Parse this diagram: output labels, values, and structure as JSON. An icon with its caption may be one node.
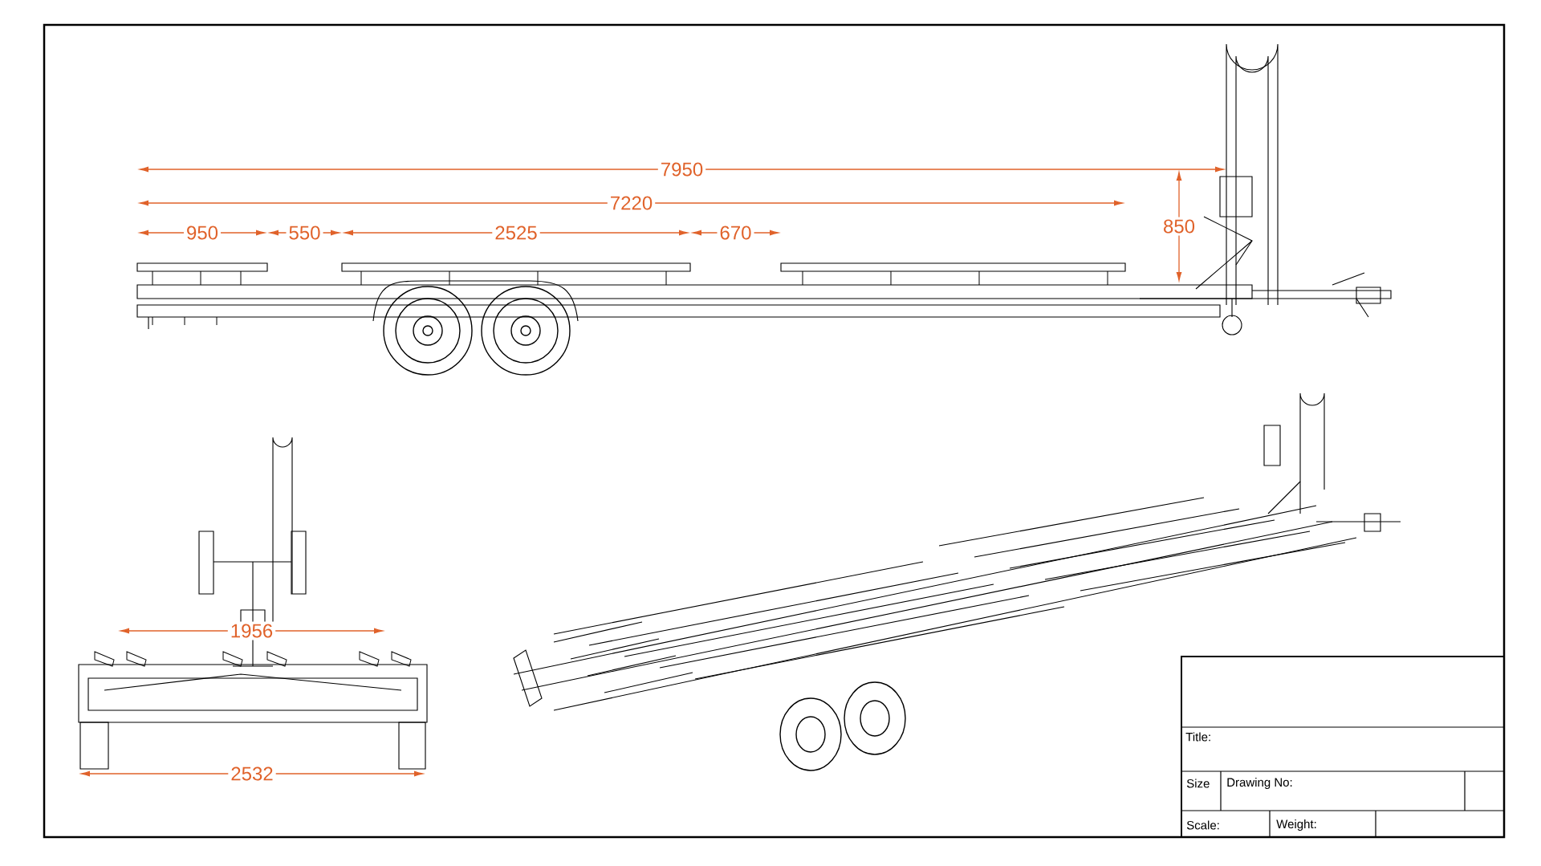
{
  "diagram": {
    "labels": [
      "7950",
      "7220",
      "950",
      "550",
      "2525",
      "670",
      "850",
      "1956",
      "2532",
      "Title:",
      "Size",
      "Drawing No:",
      "Scale:",
      "Weight:"
    ]
  }
}
